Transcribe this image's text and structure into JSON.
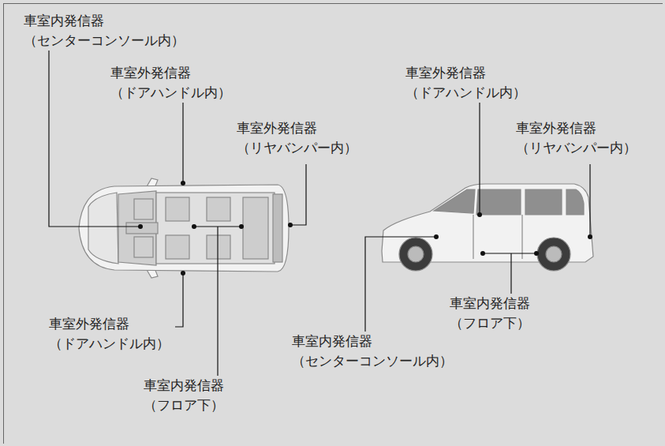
{
  "diagram": {
    "labels": [
      "車室内発信器 （センターコンソール内）",
      "車室外発信器 （ドアハンドル内）",
      "車室外発信器 （リヤバンパー内）",
      "車室外発信器 （ドアハンドル内）",
      "車室外発信器 （リヤバンパー内）",
      "車室外発信器 （ドアハンドル内）",
      "車室内発信器 （フロア下）",
      "車室内発信器 （センターコンソール内）",
      "車室内発信器 （フロア下）"
    ]
  }
}
